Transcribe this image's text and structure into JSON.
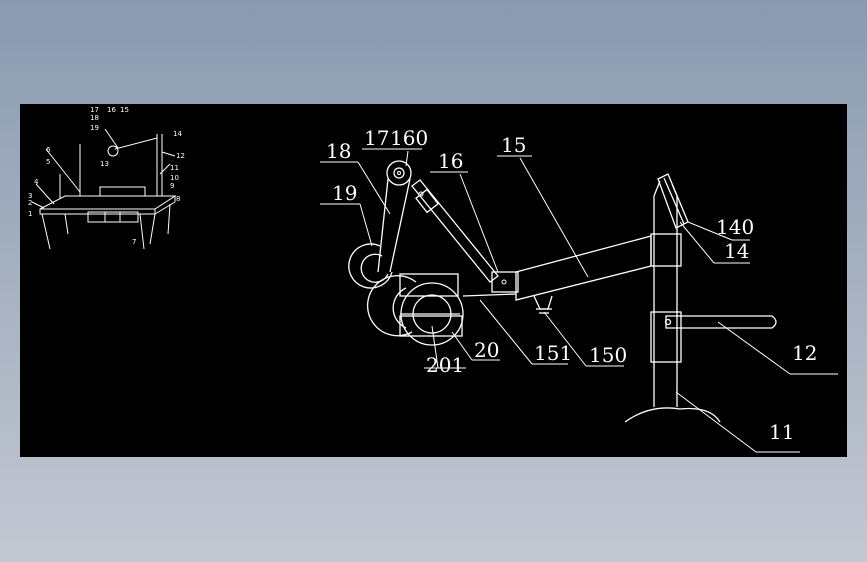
{
  "colors": {
    "background_outer": "#8a9bb0",
    "viewport": "#000000",
    "lines": "#ffffff"
  },
  "main_labels": [
    "18",
    "17",
    "160",
    "16",
    "15",
    "19",
    "140",
    "14",
    "12",
    "11",
    "201",
    "20",
    "151",
    "150"
  ],
  "mini_labels": [
    "17",
    "18",
    "19",
    "16",
    "15",
    "14",
    "12",
    "13",
    "11",
    "10",
    "9",
    "8",
    "7",
    "6",
    "5",
    "4",
    "3",
    "2",
    "1"
  ]
}
